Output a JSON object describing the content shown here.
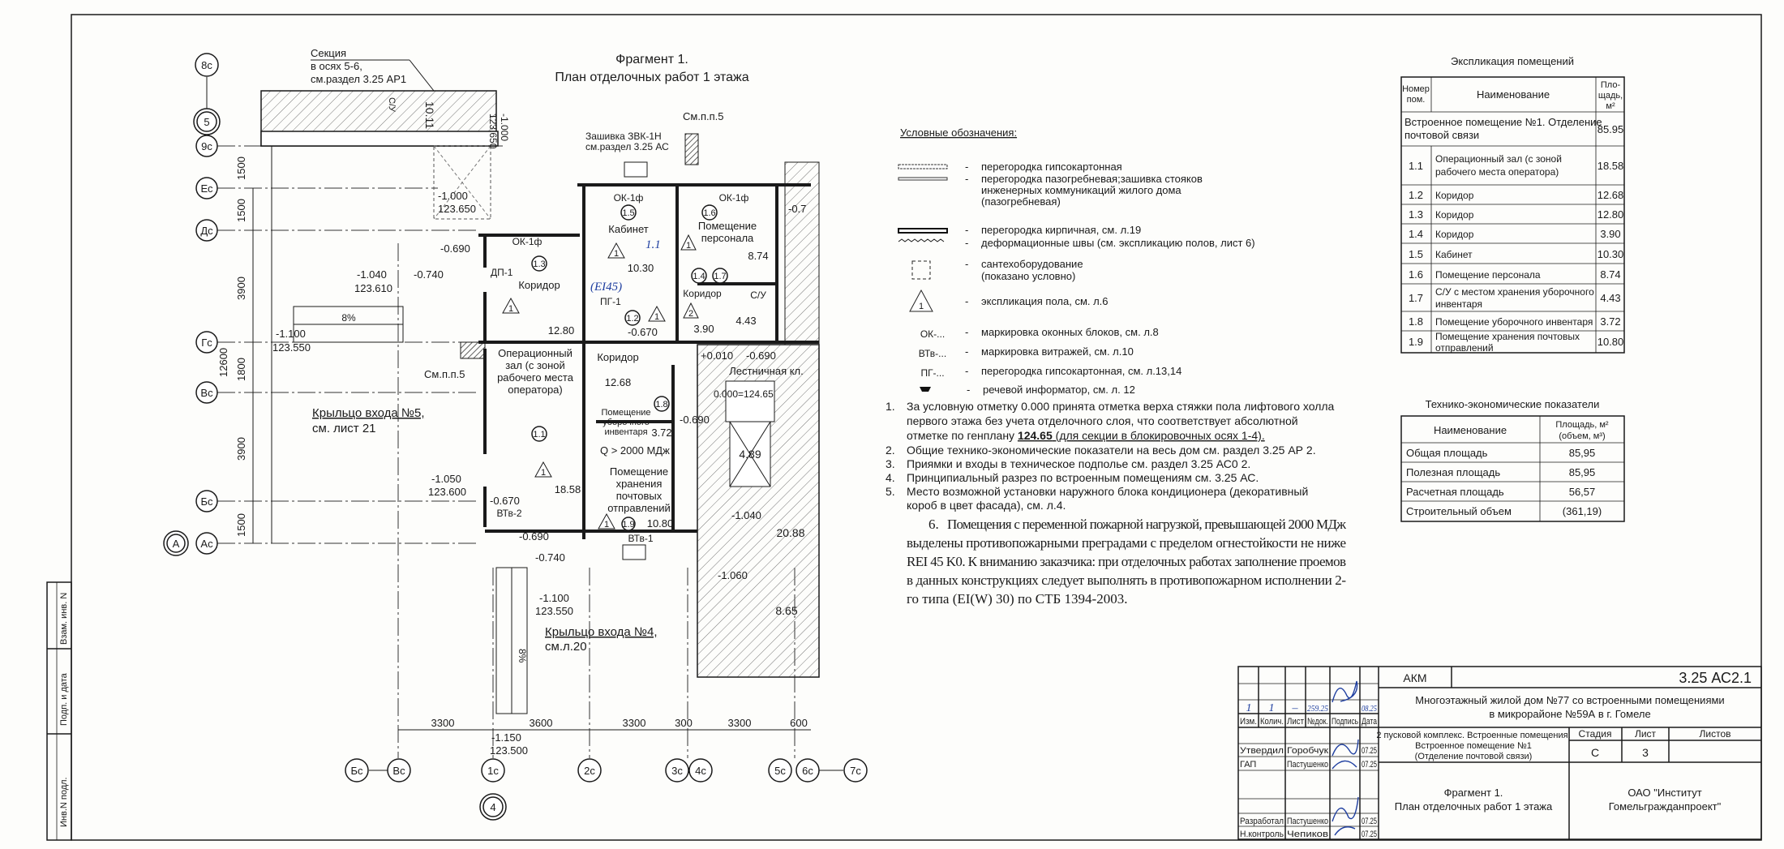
{
  "drawing": {
    "title_line1": "Фрагмент 1.",
    "title_line2": "План отделочных работ 1 этажа"
  },
  "axes": {
    "left": [
      "8с",
      "5",
      "9с",
      "Ес",
      "Дс",
      "Гс",
      "Вс",
      "Бс",
      "Ас",
      "А"
    ],
    "bottom": [
      "Бс",
      "Вс",
      "1с",
      "4",
      "2с",
      "3с",
      "4с",
      "5с",
      "6с",
      "7с"
    ]
  },
  "dimensions": {
    "left": [
      "1500",
      "1500",
      "3900",
      "1800",
      "3900",
      "1500",
      "12600"
    ],
    "bottom": [
      "3300",
      "3600",
      "3300",
      "300",
      "3300",
      "600"
    ],
    "slope": "8%"
  },
  "callouts": {
    "section_1": "Секция",
    "section_2": "в осях 5-6,",
    "section_3": "см.раздел 3.25 АР1",
    "zashivka_1": "Зашивка ЗВК-1Н",
    "zashivka_2": "см.раздел 3.25 АС",
    "see_p5": "См.п.п.5",
    "porch5_1": "Крыльцо входа №5,",
    "porch5_2": "см. лист 21",
    "porch4_1": "Крыльцо входа №4,",
    "porch4_2": "см.л.20",
    "upper_room": "10.11",
    "upper_cy": "С/У",
    "handwritten_ei": "(EI45)",
    "handwritten_11": "1.1"
  },
  "rooms": {
    "r15_num": "1.5",
    "r15_name": "Кабинет",
    "r15_area": "10.30",
    "r16_num": "1.6",
    "r16_name1": "Помещение",
    "r16_name2": "персонала",
    "r16_area": "8.74",
    "r13_num": "1.3",
    "r13_name": "Коридор",
    "r13_area": "12.80",
    "r12_num": "1.2",
    "r12_name": "Коридор",
    "r12_area": "12.68",
    "r14_num": "1.4",
    "r14_name": "Коридор",
    "r14_area": "3.90",
    "r17_num": "1.7",
    "r17_name": "С/У",
    "r17_area": "4.43",
    "r11_name1": "Операционный",
    "r11_name2": "зал (с зоной",
    "r11_name3": "рабочего места",
    "r11_name4": "оператора)",
    "r11_num": "1.1",
    "r11_area": "18.58",
    "r18_name1": "Помещение",
    "r18_name2": "уборочного",
    "r18_name3": "инвентаря",
    "r18_num": "1.8",
    "r18_area": "3.72",
    "r19_name1": "Помещение",
    "r19_name2": "хранения",
    "r19_name3": "почтовых",
    "r19_name4": "отправлений",
    "r19_num": "1.9",
    "r19_area": "10.80",
    "stair": "Лестничная кл.",
    "stair_area1": "4.89",
    "stair_area2": "20.88",
    "stair_area3": "8.65",
    "fire_load": "Q > 2000 МДж",
    "ok1": "ОК-1ф",
    "dp1": "ДП-1",
    "pg1": "ПГ-1",
    "vtv1": "ВТв-1",
    "vtv2": "ВТв-2",
    "floor_1": "1",
    "floor_2": "2"
  },
  "elevations": {
    "e1": "-1.000",
    "e1b": "123.650",
    "e2": "-1.000",
    "e2b": "123.650",
    "e3": "-0.690",
    "e4": "-1.040",
    "e4b": "123.610",
    "e5": "-0.740",
    "e6": "-1.100",
    "e6b": "123.550",
    "e7": "-1.050",
    "e7b": "123.600",
    "e8": "-0.670",
    "e9": "-0.690",
    "e10": "-0.740",
    "e11": "-1.100",
    "e11b": "123.550",
    "e12": "-1.150",
    "e12b": "123.500",
    "e13": "-0.670",
    "e14": "+0.010",
    "e15": "-0.690",
    "e16": "0.000=124.65",
    "e17": "-0.690",
    "e18": "-1.040",
    "e19": "-1.060",
    "e20": "-0.7"
  },
  "legend": {
    "title": "Условные обозначения:",
    "dash": "-",
    "items": [
      {
        "text": "перегородка гипсокартонная"
      },
      {
        "text": "перегородка пазогребневая;зашивка стояков",
        "text2": "инженерных коммуникаций жилого дома",
        "text3": "(пазогребневая)"
      },
      {
        "text": "перегородка кирпичная, см. л.19"
      },
      {
        "text": "деформационные швы (см. экспликацию полов, лист 6)"
      },
      {
        "text": "сантехоборудование",
        "text2": "(показано условно)"
      },
      {
        "symbol": "1",
        "text": "экспликация пола, см. л.6"
      },
      {
        "symbol": "ОК-...",
        "text": "маркировка оконных блоков, см. л.8"
      },
      {
        "symbol": "ВТв-...",
        "text": "маркировка витражей, см. л.10"
      },
      {
        "symbol": "ПГ-...",
        "text": "перегородка гипсокартонная, см. л.13,14"
      },
      {
        "text": "речевой информатор, см. л. 12"
      }
    ]
  },
  "notes": [
    {
      "num": "1.",
      "lines": [
        "За условную отметку 0.000 принята отметка верха стяжки пола лифтового холла",
        "первого этажа без учета отделочного слоя, что соответствует абсолютной",
        "отметке по генплану ",
        "124.65",
        " (для секции в блокировочных осях 1-4)."
      ]
    },
    {
      "num": "2.",
      "lines": [
        "Общие технико-экономические показатели на весь дом см. раздел 3.25 АР 2."
      ]
    },
    {
      "num": "3.",
      "lines": [
        "Приямки и входы в техническое подполье см. раздел 3.25 АС0 2."
      ]
    },
    {
      "num": "4.",
      "lines": [
        "Принципиальный разрез по встроенным помещениям см. 3.25 АС."
      ]
    },
    {
      "num": "5.",
      "lines": [
        "Место возможной установки наружного блока кондиционера (декоративный",
        "короб в цвет фасада), см. л.4."
      ]
    },
    {
      "num": "6.",
      "lines": [
        "Помещения с переменной пожарной нагрузкой, превышающей 2000 МДж",
        "выделены противопожарными преградами с пределом огнестойкости не ниже",
        "REI 45 K0. К вниманию заказчика: при отделочных работах заполнение проемов",
        "в данных конструкциях следует выполнять в противопожарном исполнении 2-",
        "го типа (EI(W) 30) по СТБ 1394-2003."
      ]
    }
  ],
  "explication": {
    "title": "Экспликация помещений",
    "headers": [
      "Номер",
      "пом.",
      "Наименование",
      "Пло-",
      "щадь,",
      "м²"
    ],
    "group_1": "Встроенное помещение №1. Отделение",
    "group_2": "почтовой связи",
    "group_area": "85.95",
    "rows": [
      {
        "num": "1.1",
        "name": "Операционный зал (с зоной",
        "name2": "рабочего места оператора)",
        "area": "18.58"
      },
      {
        "num": "1.2",
        "name": "Коридор",
        "area": "12.68"
      },
      {
        "num": "1.3",
        "name": "Коридор",
        "area": "12.80"
      },
      {
        "num": "1.4",
        "name": "Коридор",
        "area": "3.90"
      },
      {
        "num": "1.5",
        "name": "Кабинет",
        "area": "10.30"
      },
      {
        "num": "1.6",
        "name": "Помещение персонала",
        "area": "8.74"
      },
      {
        "num": "1.7",
        "name": "С/У с местом хранения уборочного",
        "name2": "инвентаря",
        "area": "4.43"
      },
      {
        "num": "1.8",
        "name": "Помещение уборочного инвентаря",
        "area": "3.72"
      },
      {
        "num": "1.9",
        "name": "Помещение хранения почтовых",
        "name2": "отправлений",
        "area": "10.80"
      }
    ]
  },
  "tep": {
    "title": "Технико-экономические показатели",
    "h_name": "Наименование",
    "h_value1": "Площадь, м²",
    "h_value2": "(объем, м³)",
    "rows": [
      {
        "name": "Общая площадь",
        "value": "85,95"
      },
      {
        "name": "Полезная площадь",
        "value": "85,95"
      },
      {
        "name": "Расчетная площадь",
        "value": "56,57"
      },
      {
        "name": "Строительный объем",
        "value": "(361,19)"
      }
    ]
  },
  "title_block": {
    "code_left": "АКМ",
    "code": "3.25 АС2.1",
    "project_1": "Многоэтажный жилой дом №77 со встроенными помещениями",
    "project_2": "в микрорайоне №59А в г. Гомеле",
    "rev_headers": [
      "Изм.",
      "Колич.",
      "Лист",
      "№док.",
      "Подпись",
      "Дата"
    ],
    "rev_values": [
      "1",
      "1",
      "–",
      "259.25",
      "08.25"
    ],
    "complex_1": "2 пусковой комплекс. Встроенные помещения.",
    "complex_2": "Встроенное помещение №1",
    "complex_3": "(Отделение почтовой связи)",
    "stage_h": "Стадия",
    "sheet_h": "Лист",
    "sheets_h": "Листов",
    "stage": "С",
    "sheet": "3",
    "sheet_title_1": "Фрагмент 1.",
    "sheet_title_2": "План отделочных работ 1 этажа",
    "org_1": "ОАО \"Институт",
    "org_2": "Гомельгражданпроект\"",
    "people": [
      {
        "role": "Утвердил",
        "name": "Горобчук",
        "date": "07.25"
      },
      {
        "role": "ГАП",
        "name": "Пастушенко",
        "date": "07.25"
      },
      {
        "role": "Разработал",
        "name": "Пастушенко",
        "date": "07.25"
      },
      {
        "role": "Н.контроль",
        "name": "Чепиков",
        "date": "07.25"
      }
    ]
  },
  "side_stamp": [
    "Взам. инв. N",
    "Подп. и дата",
    "Инв.N подл."
  ]
}
